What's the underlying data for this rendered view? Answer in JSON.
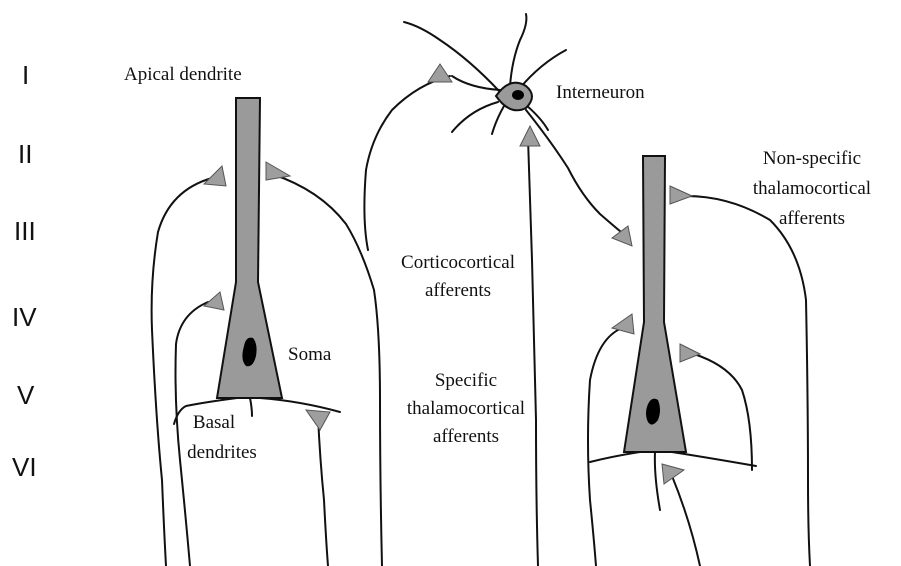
{
  "layers": [
    "I",
    "II",
    "III",
    "IV",
    "V",
    "VI"
  ],
  "labels": {
    "apical_dendrite": "Apical dendrite",
    "interneuron": "Interneuron",
    "non_specific_1": "Non-specific",
    "non_specific_2": "thalamocortical",
    "non_specific_3": "afferents",
    "corticocortical_1": "Corticocortical",
    "corticocortical_2": "afferents",
    "soma": "Soma",
    "specific_1": "Specific",
    "specific_2": "thalamocortical",
    "specific_3": "afferents",
    "basal_1": "Basal",
    "basal_2": "dendrites"
  },
  "colors": {
    "cell_fill": "#9a9a9a",
    "synapse_fill": "#9e9e9e",
    "line": "#111111",
    "nucleus": "#000000"
  }
}
